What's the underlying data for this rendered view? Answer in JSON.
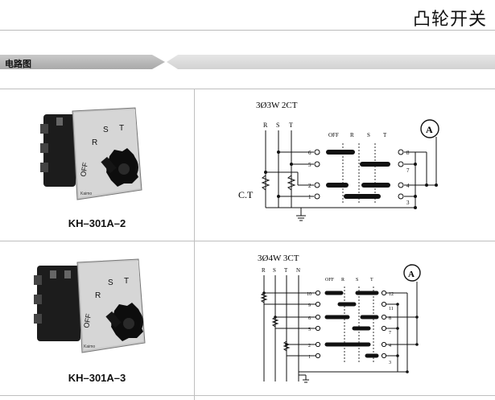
{
  "header": {
    "title": "凸轮开关"
  },
  "section": {
    "label": "电路图"
  },
  "products": [
    {
      "model": "KH–301A–2",
      "knob_positions": [
        "OFF",
        "R",
        "S",
        "T"
      ],
      "brand": "Kaimo",
      "diagram": {
        "heading": "3Ø3W  2CT",
        "lines": [
          "R",
          "S",
          "T"
        ],
        "columns": [
          "OFF",
          "R",
          "S",
          "T"
        ],
        "left_terminals": [
          "6",
          "5",
          "2",
          "1"
        ],
        "right_terminals": [
          "8",
          "7",
          "4",
          "3"
        ],
        "ct_label": "C.T",
        "meter": "A"
      }
    },
    {
      "model": "KH–301A–3",
      "knob_positions": [
        "OFF",
        "R",
        "S",
        "T"
      ],
      "brand": "Kaimo",
      "diagram": {
        "heading": "3Ø4W  3CT",
        "lines": [
          "R",
          "S",
          "T",
          "N"
        ],
        "columns": [
          "OFF",
          "R",
          "S",
          "T"
        ],
        "left_terminals": [
          "10",
          "9",
          "6",
          "5",
          "2",
          "1"
        ],
        "right_terminals": [
          "12",
          "11",
          "8",
          "7",
          "4",
          "3"
        ],
        "meter": "A"
      }
    }
  ]
}
